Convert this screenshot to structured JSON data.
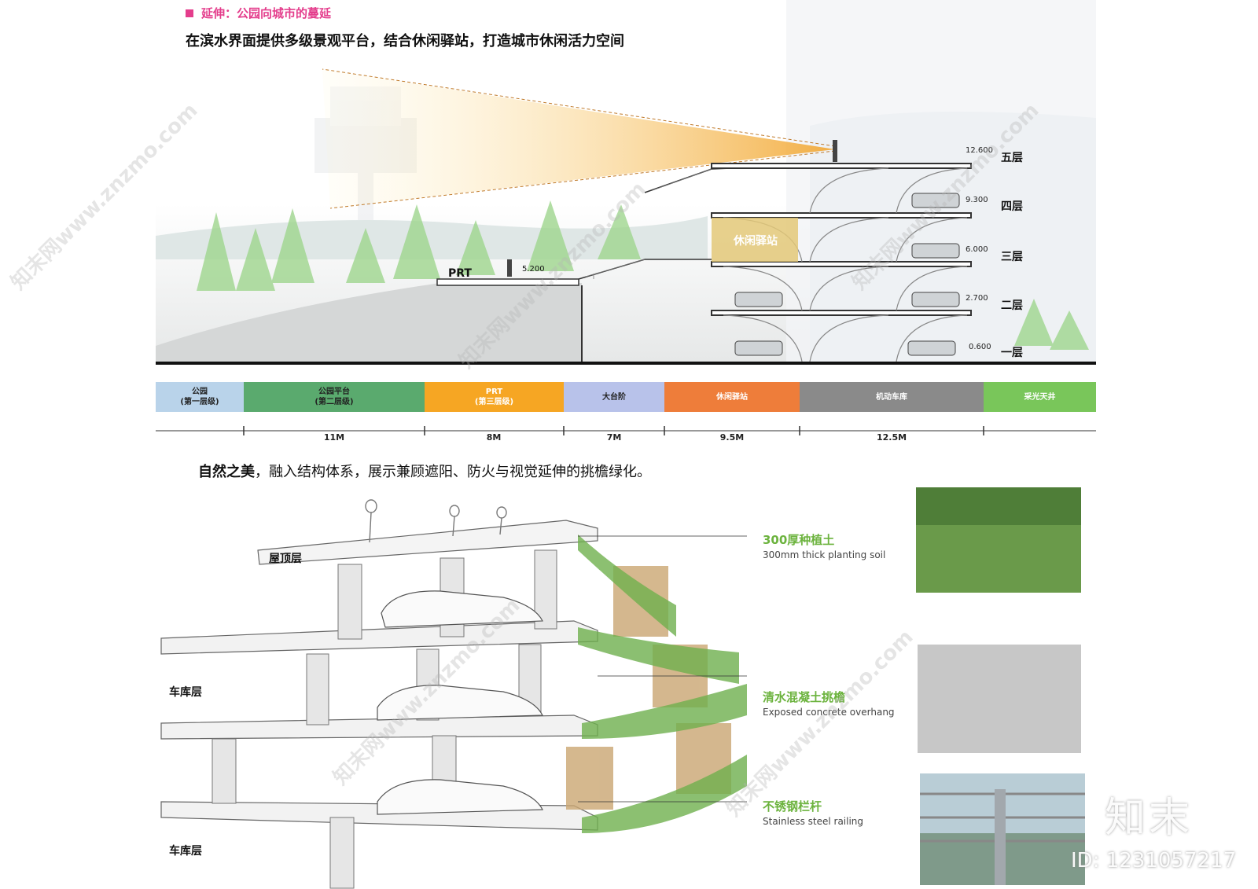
{
  "header": {
    "tag": "延伸：公园向城市的蔓延",
    "subtitle": "在滨水界面提供多级景观平台，结合休闲驿站，打造城市休闲活力空间"
  },
  "section": {
    "prt_label": "PRT",
    "prt_elev": "5.200",
    "rest_station": "休闲驿站",
    "floors": [
      {
        "label": "五层",
        "elev": "12.600"
      },
      {
        "label": "四层",
        "elev": "9.300"
      },
      {
        "label": "三层",
        "elev": "6.000"
      },
      {
        "label": "二层",
        "elev": "2.700"
      },
      {
        "label": "一层",
        "elev": "0.600"
      }
    ]
  },
  "zone_bar": {
    "segments": [
      {
        "label": "公园\n(第一层级)",
        "color": "#b9d3ea"
      },
      {
        "label": "公园平台\n(第二层级)",
        "color": "#5aaa6e"
      },
      {
        "label": "PRT\n(第三层级)",
        "color": "#f6a623"
      },
      {
        "label": "大台阶",
        "color": "#b8c2ea"
      },
      {
        "label": "休闲驿站",
        "color": "#ee7d3a"
      },
      {
        "label": "机动车库",
        "color": "#8a8a8a"
      },
      {
        "label": "采光天井",
        "color": "#79c65a"
      }
    ],
    "dimensions": [
      "11M",
      "8M",
      "7M",
      "9.5M",
      "12.5M"
    ]
  },
  "nature": {
    "title_bold": "自然之美",
    "title_rest": "，融入结构体系，展示兼顾遮阳、防火与视觉延伸的挑檐绿化。",
    "roof_label": "屋顶层",
    "garage_labels": [
      "车库层",
      "车库层"
    ],
    "callouts": [
      {
        "cn": "300厚种植土",
        "en": "300mm thick planting soil"
      },
      {
        "cn": "清水混凝土挑檐",
        "en": "Exposed concrete overhang"
      },
      {
        "cn": "不锈钢栏杆",
        "en": "Stainless steel railing"
      }
    ]
  },
  "branding": {
    "logo": "知末",
    "id": "ID: 1231057217",
    "watermark": "知末网www.znzmo.com"
  }
}
